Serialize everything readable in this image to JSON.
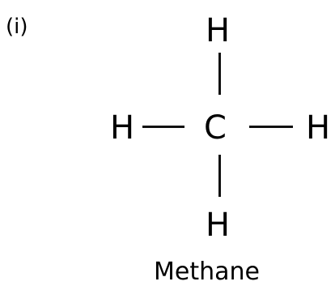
{
  "diagram": {
    "part_label": "(i)",
    "atoms": {
      "top": "H",
      "left": "H",
      "center": "C",
      "right": "H",
      "bottom": "H"
    },
    "molecule_name": "Methane"
  },
  "colors": {
    "text": "#000000",
    "bond": "#111111",
    "background": "#ffffff"
  }
}
